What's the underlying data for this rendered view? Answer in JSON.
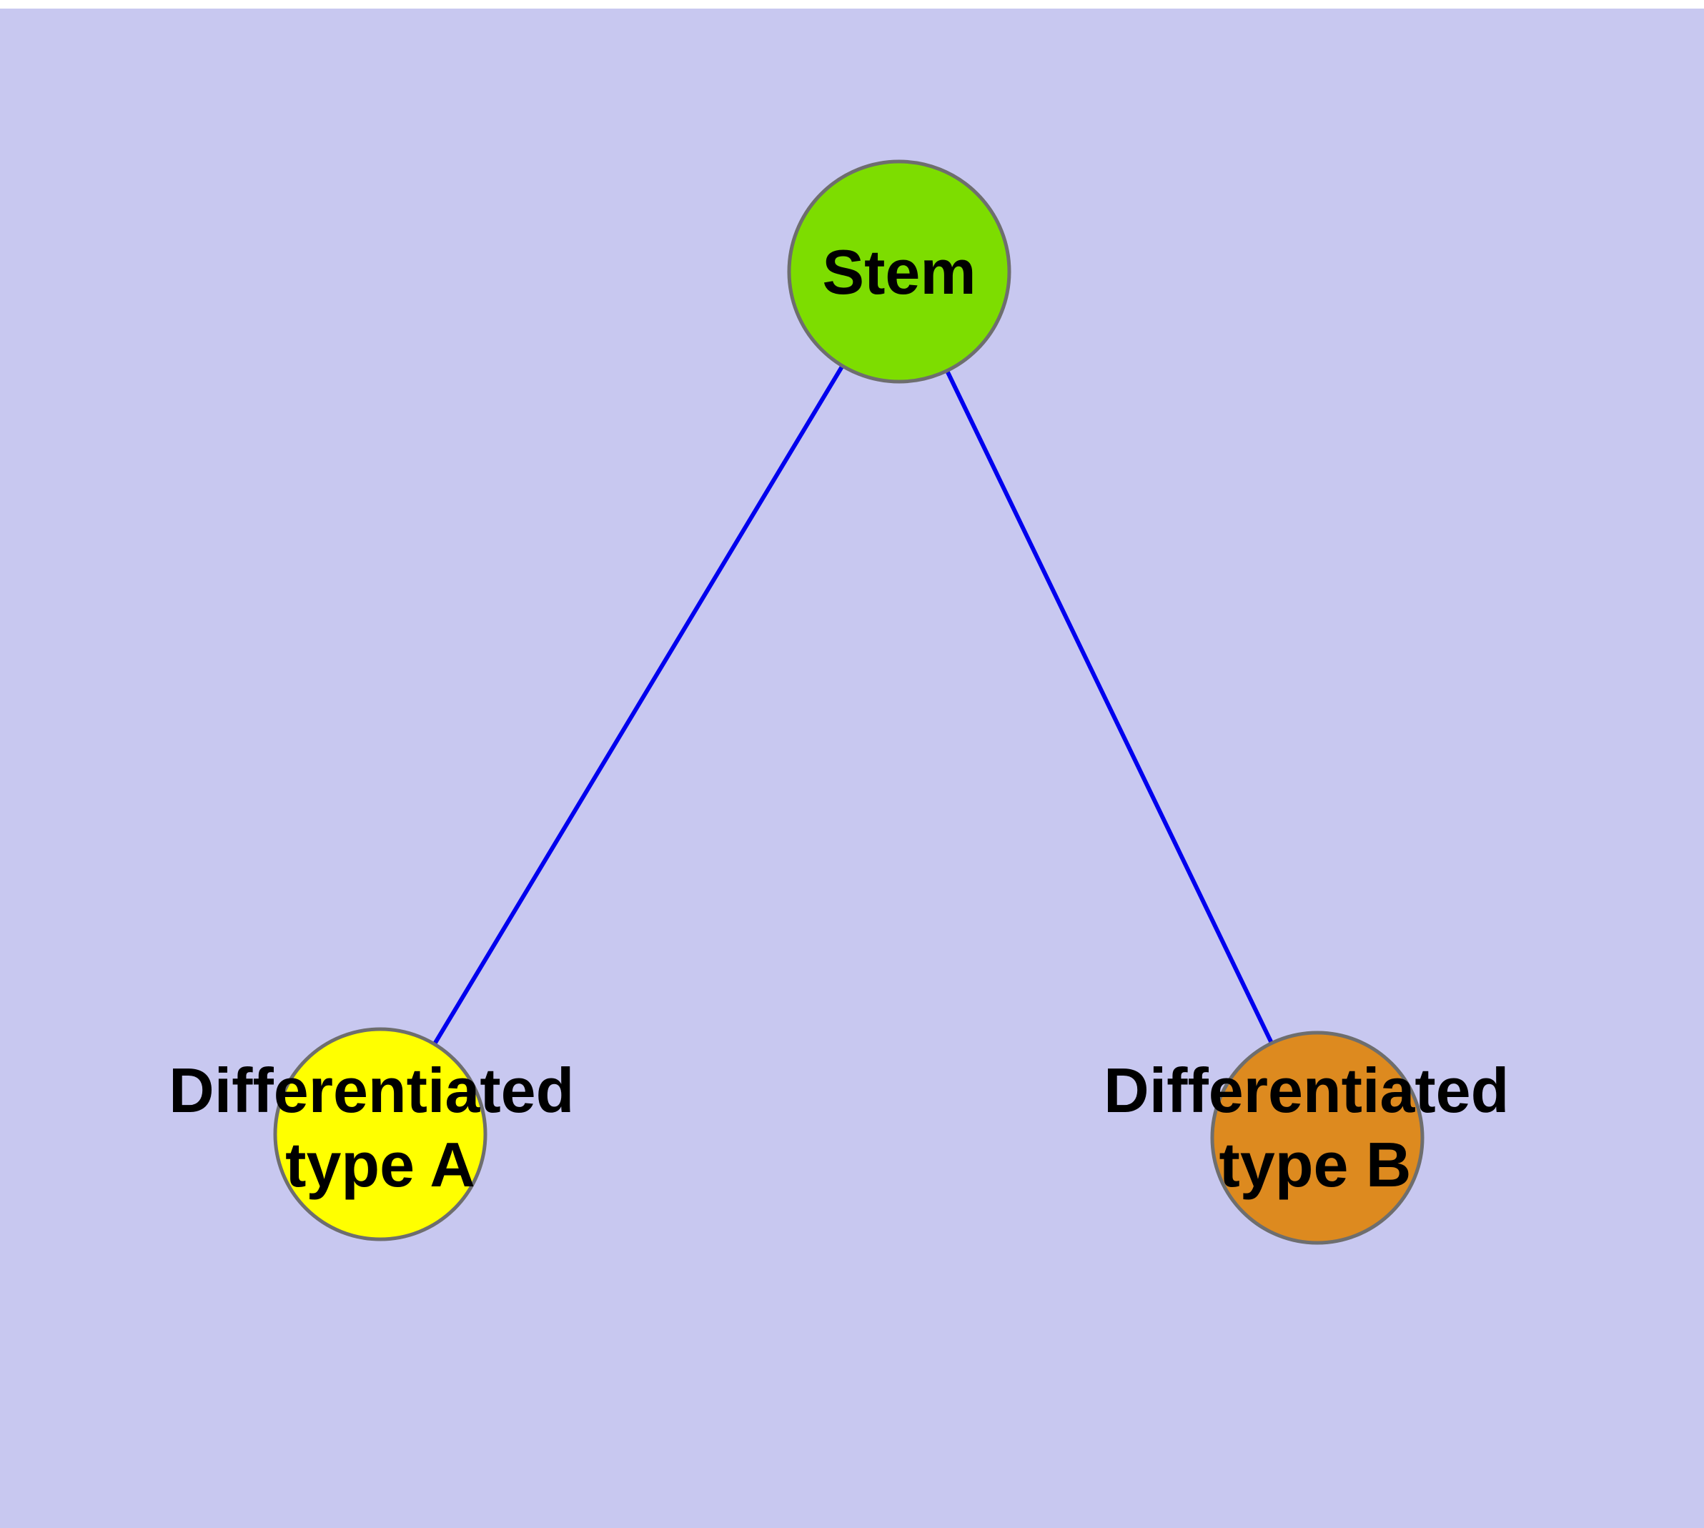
{
  "colors": {
    "page": "#ffffff",
    "background": "#c8c8f0",
    "edge": "#0000ee",
    "node_border": "#6e6e6e",
    "label": "#000000"
  },
  "nodes": {
    "stem": {
      "label": "Stem",
      "color": "#7ddd00"
    },
    "typeA": {
      "line1": "Differentiated",
      "line2": "type A",
      "color": "#ffff00"
    },
    "typeB": {
      "line1": "Differentiated",
      "line2": "type B",
      "color": "#dd8a1f"
    }
  },
  "graph": {
    "type": "node-link",
    "nodes": [
      {
        "id": "stem",
        "label": "Stem"
      },
      {
        "id": "diff-a",
        "label": "Differentiated type A"
      },
      {
        "id": "diff-b",
        "label": "Differentiated type B"
      }
    ],
    "edges": [
      {
        "from": "stem",
        "to": "diff-a"
      },
      {
        "from": "stem",
        "to": "diff-b"
      }
    ]
  }
}
